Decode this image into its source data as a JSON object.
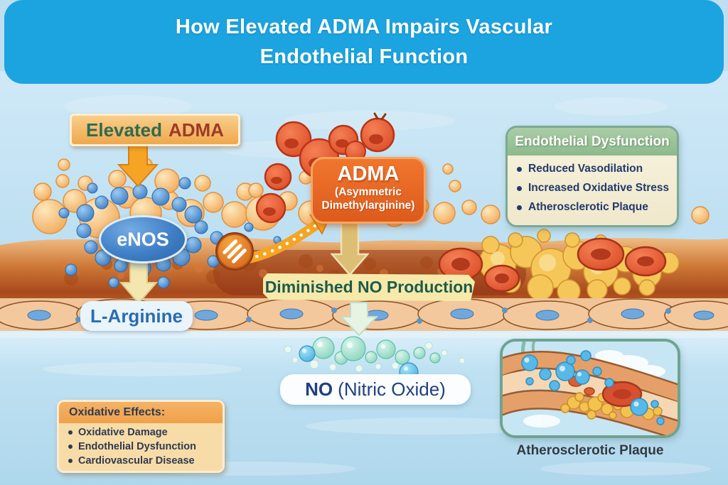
{
  "title": {
    "line1": "How Elevated ADMA Impairs Vascular",
    "line2": "Endothelial Function"
  },
  "labels": {
    "elevated_adma": {
      "word1": "Elevated",
      "word2": "ADMA"
    },
    "enos": "eNOS",
    "l_arginine": "L-Arginine",
    "adma_box": {
      "title": "ADMA",
      "subtitle_line1": "(Asymmetric",
      "subtitle_line2": "Dimethylarginine)"
    },
    "diminished_no": "Diminished NO Production",
    "no_bold": "NO",
    "no_rest": "(Nitric Oxide)",
    "atherosclerotic_plaque_caption": "Atherosclerotic Plaque"
  },
  "endothelial_dysfunction_panel": {
    "title": "Endothelial Dysfunction",
    "items": [
      "Reduced Vasodilation",
      "Increased Oxidative Stress",
      "Atherosclerotic Plaque"
    ]
  },
  "oxidative_effects_panel": {
    "title": "Oxidative Effects:",
    "items": [
      "Oxidative Damage",
      "Endothelial Dysfunction",
      "Cardiovascular Disease"
    ]
  },
  "icons": {
    "inhibition_icon": "no-entry-diagonal-stripes",
    "down_arrows": "block-arrow-down",
    "shunt_arrow": "curved-dashed-arrow"
  },
  "colors": {
    "title_banner": "#1BA4E0",
    "title_text": "#FFFFFF",
    "elevated_label_bg": "#F2B05C",
    "elevated_word_green": "#2F6B50",
    "adma_word_red": "#A03A28",
    "enos_bubble_blue": "#3F7FC6",
    "l_arginine_text": "#2B6CB0",
    "adma_box_orange": "#E8651E",
    "diminished_banner_bg": "#F6E9A9",
    "diminished_text": "#1C5B4C",
    "no_text_navy": "#21407E",
    "panel_header_green": "#8FBC8F",
    "panel_body_cream": "#F8F3DE",
    "panel_text_navy": "#22396B",
    "oxidative_header_orange": "#F2A957",
    "oxidative_body_tan": "#F8DCA8",
    "oxidative_text": "#2F3A50",
    "caption_text": "#333A42"
  }
}
